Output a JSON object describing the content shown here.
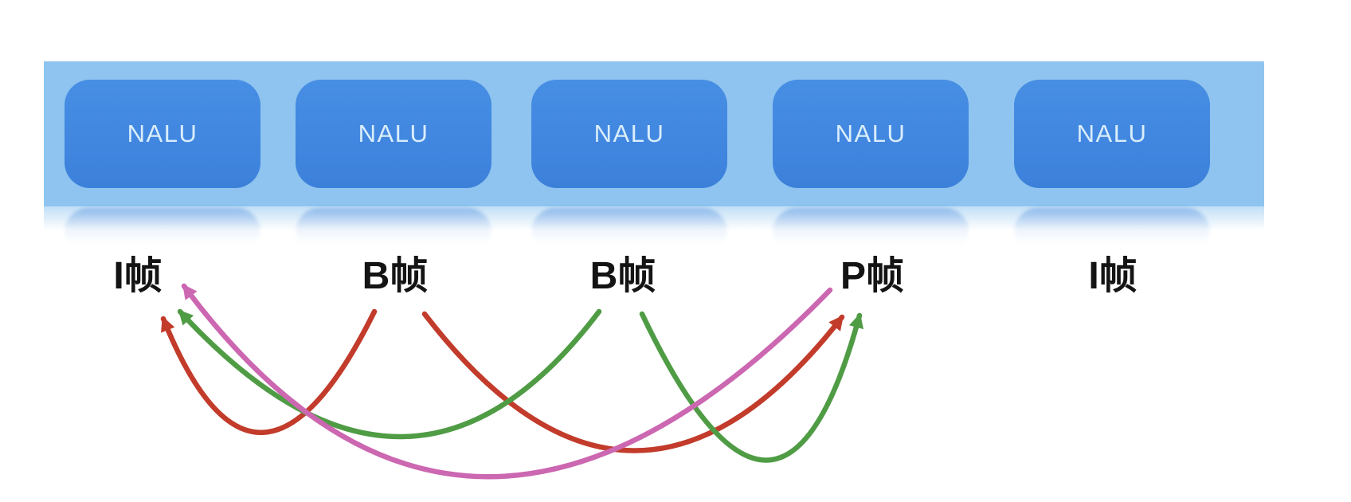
{
  "nalu_band": {
    "units": [
      {
        "label": "NALU"
      },
      {
        "label": "NALU"
      },
      {
        "label": "NALU"
      },
      {
        "label": "NALU"
      },
      {
        "label": "NALU"
      }
    ]
  },
  "frames": [
    {
      "label": "I帧"
    },
    {
      "label": "B帧"
    },
    {
      "label": "B帧"
    },
    {
      "label": "P帧"
    },
    {
      "label": "I帧"
    }
  ],
  "arrows": [
    {
      "from": "B帧 (2nd frame)",
      "to": "I帧 (1st frame)",
      "color": "#c23b2b"
    },
    {
      "from": "B帧 (2nd frame)",
      "to": "P帧 (4th frame)",
      "color": "#c23b2b"
    },
    {
      "from": "B帧 (3rd frame)",
      "to": "I帧 (1st frame)",
      "color": "#4f9c45"
    },
    {
      "from": "B帧 (3rd frame)",
      "to": "P帧 (4th frame)",
      "color": "#4f9c45"
    },
    {
      "from": "P帧 (4th frame)",
      "to": "I帧 (1st frame)",
      "color": "#cc67b1"
    }
  ],
  "colors": {
    "band": "#8ec4ef",
    "box": "#4187e0",
    "box_text": "#d9edfb",
    "label_text": "#141414",
    "arrow_red": "#c23b2b",
    "arrow_green": "#4f9c45",
    "arrow_pink": "#cc67b1"
  }
}
